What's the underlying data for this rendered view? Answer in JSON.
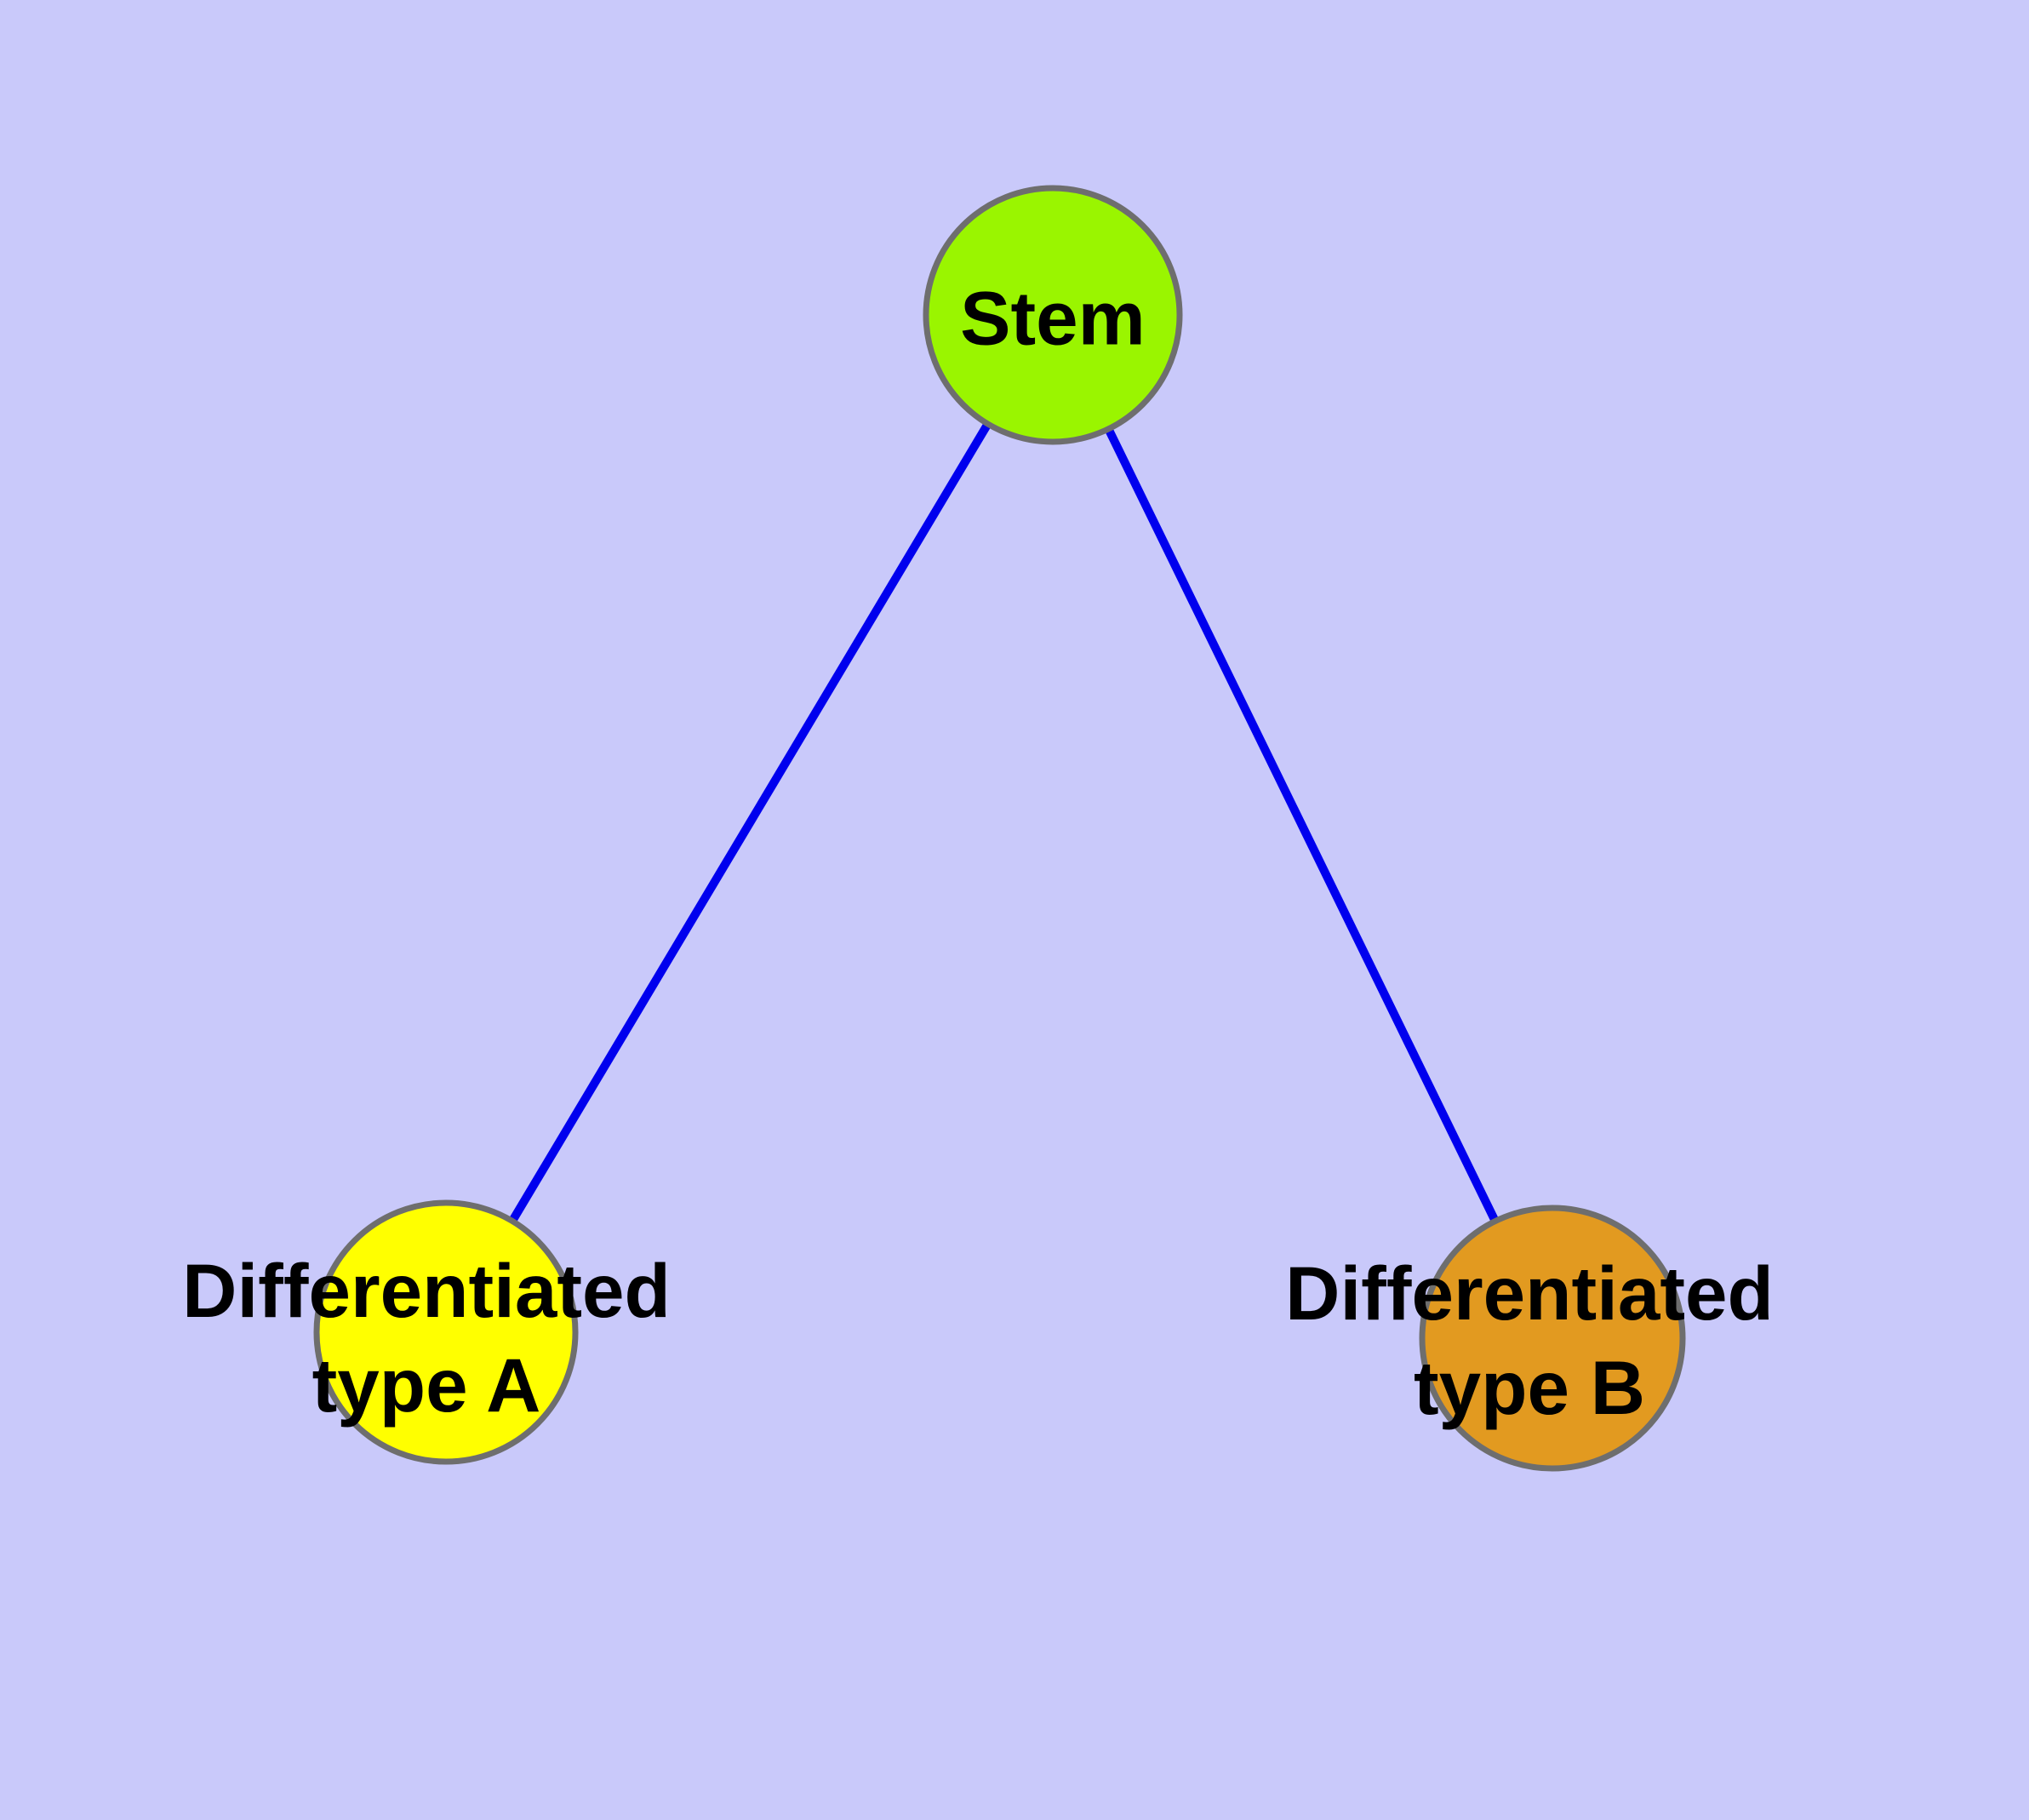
{
  "diagram": {
    "type": "node-link-graph",
    "colors": {
      "background": "#C9C9FA",
      "edge": "#0000EE",
      "node_border": "#6E6E6E",
      "label_text": "#000000"
    },
    "nodes": [
      {
        "id": "stem",
        "label": "Stem",
        "fill": "#9AF500"
      },
      {
        "id": "diff-a",
        "label": "Differentiated\ntype A",
        "fill": "#FFFF00"
      },
      {
        "id": "diff-b",
        "label": "Differentiated\ntype B",
        "fill": "#E29A20"
      }
    ],
    "edges": [
      {
        "from": "stem",
        "to": "diff-a"
      },
      {
        "from": "stem",
        "to": "diff-b"
      }
    ]
  }
}
